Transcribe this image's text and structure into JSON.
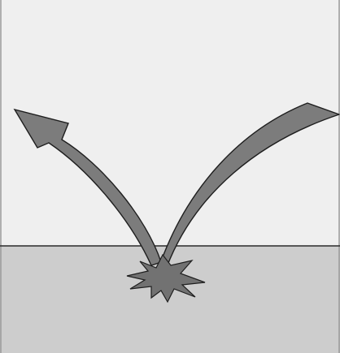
{
  "diagram": {
    "description_free": true,
    "colors": {
      "upper_medium": "#efefef",
      "lower_medium": "#cdcdcd",
      "interface_line": "#2a2a2a",
      "arrow_fill": "#7c7c7c",
      "arrow_stroke": "#1e1e1e",
      "impact_star_fill": "#727272",
      "frame_line": "#9a9a9a"
    },
    "icons": {
      "incident_arrow": "incoming-arrow-shape",
      "reflected_arrow": "outgoing-arrow-head-shape",
      "impact_point": "starburst-shape"
    }
  }
}
